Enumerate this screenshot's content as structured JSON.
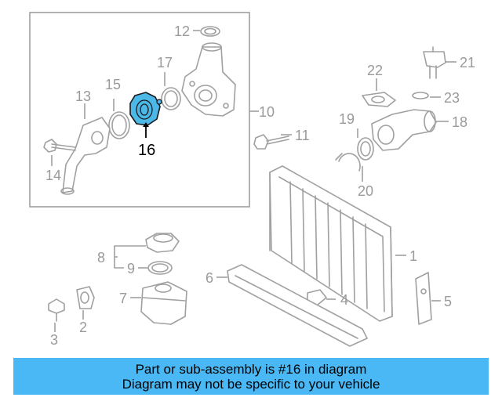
{
  "highlight": {
    "part_number": "16",
    "color": "#4bb8e8"
  },
  "callouts": [
    "1",
    "2",
    "3",
    "4",
    "5",
    "6",
    "7",
    "8",
    "9",
    "10",
    "11",
    "12",
    "13",
    "14",
    "15",
    "16",
    "17",
    "18",
    "19",
    "20",
    "21",
    "22",
    "23"
  ],
  "banner": {
    "line1": "Part or sub-assembly is #16 in diagram",
    "line2": "Diagram may not be specific to your vehicle",
    "color": "#49b8f4"
  }
}
